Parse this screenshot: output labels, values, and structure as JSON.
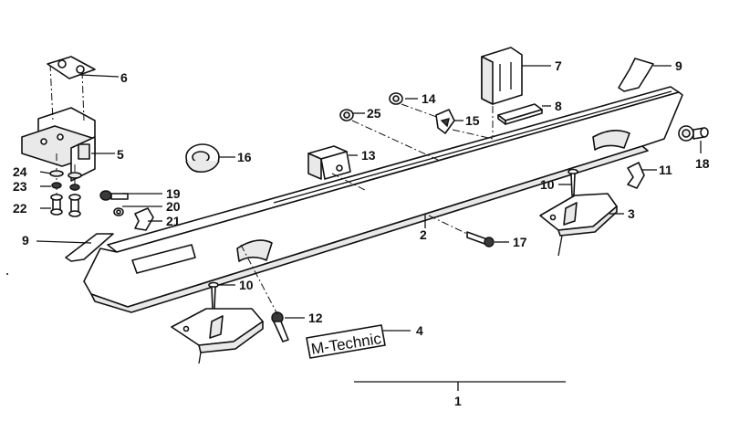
{
  "diagram": {
    "title": "Exploded parts diagram - side skirt (M-Technic)",
    "parts": {
      "p1": "1",
      "p2": "2",
      "p3": "3",
      "p4": "4",
      "p5": "5",
      "p6": "6",
      "p7": "7",
      "p8": "8",
      "p9a": "9",
      "p9b": "9",
      "p10a": "10",
      "p10b": "10",
      "p11": "11",
      "p12": "12",
      "p13": "13",
      "p14": "14",
      "p15": "15",
      "p16": "16",
      "p17": "17",
      "p18": "18",
      "p19": "19",
      "p20": "20",
      "p21": "21",
      "p22": "22",
      "p23": "23",
      "p24": "24",
      "p25": "25"
    },
    "badge_text": "M-Technic"
  }
}
